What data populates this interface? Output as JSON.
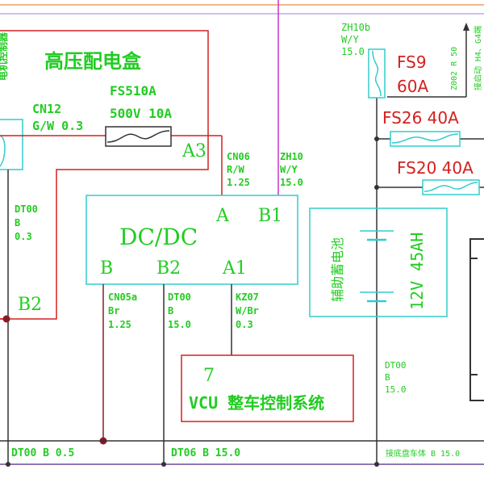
{
  "hv_box": {
    "title": "高压配电盒",
    "side_label": "电机控制器"
  },
  "fs510a": {
    "name": "FS510A",
    "rating": "500V 10A"
  },
  "cn12": {
    "name": "CN12",
    "wire": "G/W 0.3"
  },
  "a3": "A3",
  "b2_left": "B2",
  "dt00_left": {
    "l1": "DT00",
    "l2": "B",
    "l3": "0.3"
  },
  "dcdc": {
    "title": "DC/DC",
    "pin_a": "A",
    "pin_b1": "B1",
    "pin_b": "B",
    "pin_b2": "B2",
    "pin_a1": "A1"
  },
  "cn06": {
    "l1": "CN06",
    "l2": "R/W",
    "l3": "1.25"
  },
  "zh10": {
    "l1": "ZH10",
    "l2": "W/Y",
    "l3": "15.0"
  },
  "cn05a": {
    "l1": "CN05a",
    "l2": "Br",
    "l3": "1.25"
  },
  "dt00_mid": {
    "l1": "DT00",
    "l2": "B",
    "l3": "15.0"
  },
  "kz07": {
    "l1": "KZ07",
    "l2": "W/Br",
    "l3": "0.3"
  },
  "vcu": {
    "num": "7",
    "label": "VCU 整车控制系统"
  },
  "zh10b": {
    "l1": "ZH10b",
    "l2": "W/Y",
    "l3": "15.0"
  },
  "fs9": {
    "name": "FS9",
    "rating": "60A"
  },
  "fs26": "FS26 40A",
  "fs20": "FS20 40A",
  "right_wire": {
    "l1": "Z002 R 50",
    "l2": "接启动 H4、G4端"
  },
  "battery": {
    "label": "辅助蓄电池",
    "spec": "12V 45AH"
  },
  "dt00_right": {
    "l1": "DT00",
    "l2": "B",
    "l3": "15.0"
  },
  "bottom": {
    "left": "DT00 B 0.5",
    "mid": "DT06 B 15.0",
    "right": "接底盘车体 B 15.0"
  },
  "colors": {
    "red": "#d42020",
    "green": "#22cc22",
    "cyan": "#33cccc",
    "magenta": "#cc33cc",
    "dark": "#333333",
    "orange": "#e8a060"
  }
}
